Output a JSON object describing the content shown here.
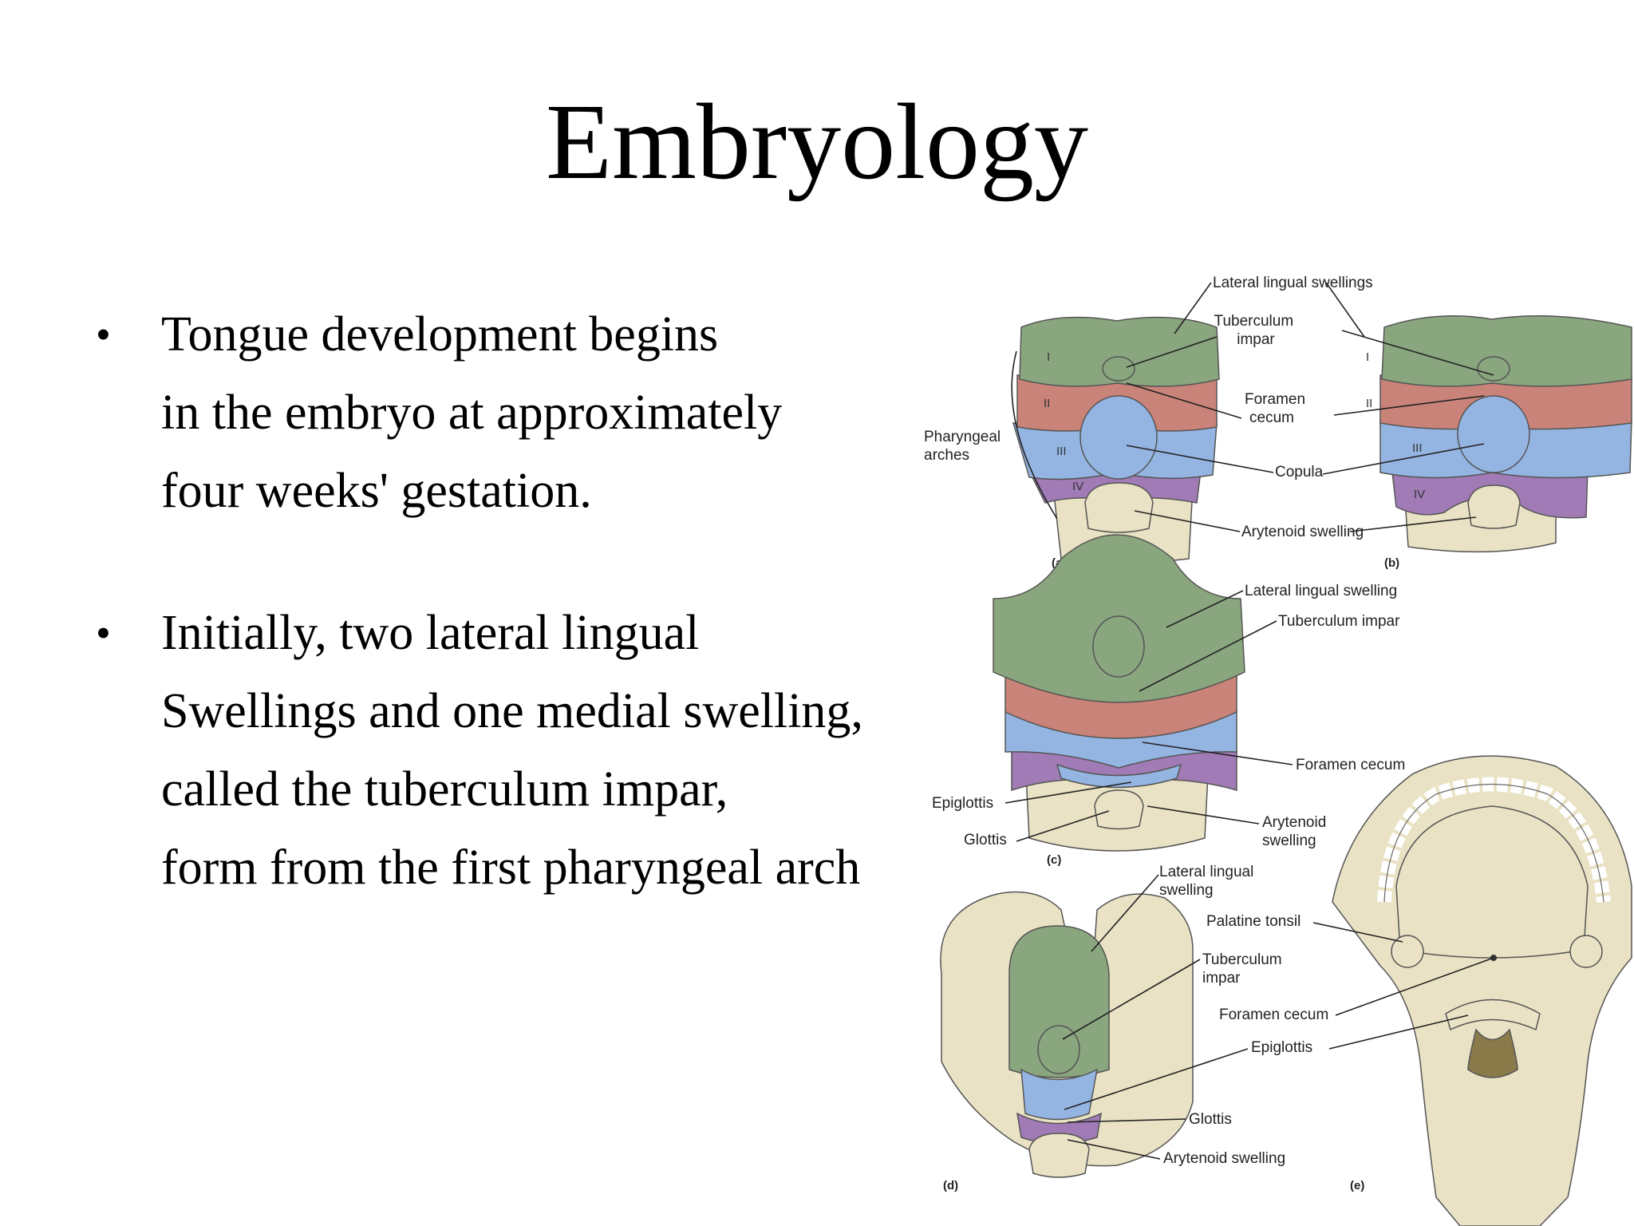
{
  "title": "Embryology",
  "bullets": [
    {
      "lines": [
        "Tongue development begins",
        "in the embryo at approximately",
        "four weeks' gestation."
      ]
    },
    {
      "lines": [
        "Initially, two lateral lingual",
        "Swellings and one medial swelling,",
        "called the tuberculum impar,",
        "form from the first pharyngeal arch"
      ]
    }
  ],
  "figure": {
    "colors": {
      "arch1_green": "#8aa67e",
      "arch2_red": "#c98378",
      "arch3_blue": "#94b5e2",
      "arch4_purple": "#a07bb5",
      "tissue_beige": "#e9e2c4"
    },
    "panel_labels": [
      "(a)",
      "(b)",
      "(c)",
      "(d)",
      "(e)"
    ],
    "roman_numerals": [
      "I",
      "II",
      "III",
      "IV"
    ],
    "panel_ab": {
      "lateral_lingual_swellings": "Lateral lingual swellings",
      "tuberculum_line1": "Tuberculum",
      "tuberculum_line2": "impar",
      "foramen_line1": "Foramen",
      "foramen_line2": "cecum",
      "copula": "Copula",
      "arytenoid_swelling": "Arytenoid swelling",
      "pharyngeal_line1": "Pharyngeal",
      "pharyngeal_line2": "arches"
    },
    "panel_c": {
      "lateral_lingual_swelling": "Lateral lingual swelling",
      "tuberculum_impar": "Tuberculum impar",
      "foramen_cecum": "Foramen cecum",
      "epiglottis": "Epiglottis",
      "glottis": "Glottis",
      "arytenoid_line1": "Arytenoid",
      "arytenoid_line2": "swelling"
    },
    "panel_de": {
      "lateral_line1": "Lateral lingual",
      "lateral_line2": "swelling",
      "palatine_tonsil": "Palatine tonsil",
      "tuberculum_line1": "Tuberculum",
      "tuberculum_line2": "impar",
      "foramen_cecum": "Foramen cecum",
      "epiglottis": "Epiglottis",
      "glottis": "Glottis",
      "arytenoid_swelling": "Arytenoid swelling"
    }
  }
}
